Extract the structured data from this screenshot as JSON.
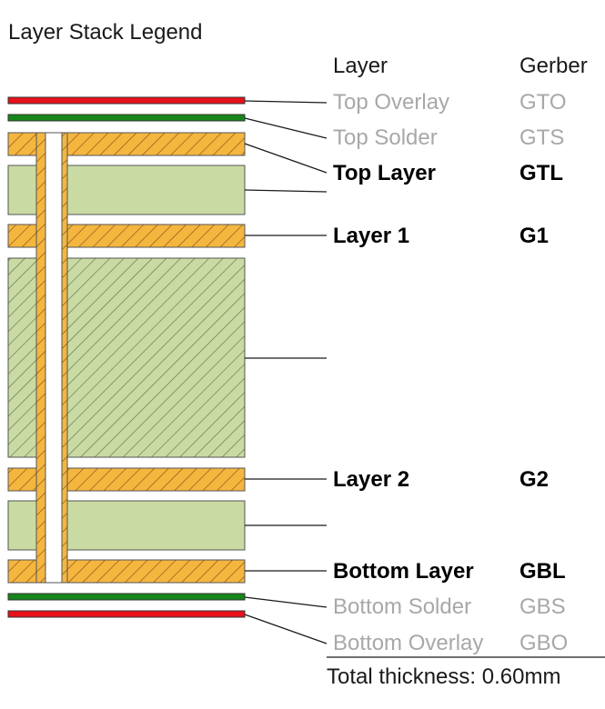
{
  "title": "Layer Stack Legend",
  "headers": {
    "layer": "Layer",
    "gerber": "Gerber"
  },
  "colors": {
    "overlay": "#e8101a",
    "solder": "#17861a",
    "copper": "#f5b640",
    "core": "#c9dba3",
    "dim_text": "#a8a8a8"
  },
  "layers": [
    {
      "name": "Top Overlay",
      "gerber": "GTO",
      "kind": "overlay"
    },
    {
      "name": "Top Solder",
      "gerber": "GTS",
      "kind": "solder"
    },
    {
      "name": "Top Layer",
      "gerber": "GTL",
      "kind": "copper"
    },
    {
      "name": "Layer 1",
      "gerber": "G1",
      "kind": "copper"
    },
    {
      "name": "Layer 2",
      "gerber": "G2",
      "kind": "copper"
    },
    {
      "name": "Bottom Layer",
      "gerber": "GBL",
      "kind": "copper"
    },
    {
      "name": "Bottom Solder",
      "gerber": "GBS",
      "kind": "solder"
    },
    {
      "name": "Bottom Overlay",
      "gerber": "GBO",
      "kind": "overlay"
    }
  ],
  "total_thickness": "Total thickness: 0.60mm"
}
